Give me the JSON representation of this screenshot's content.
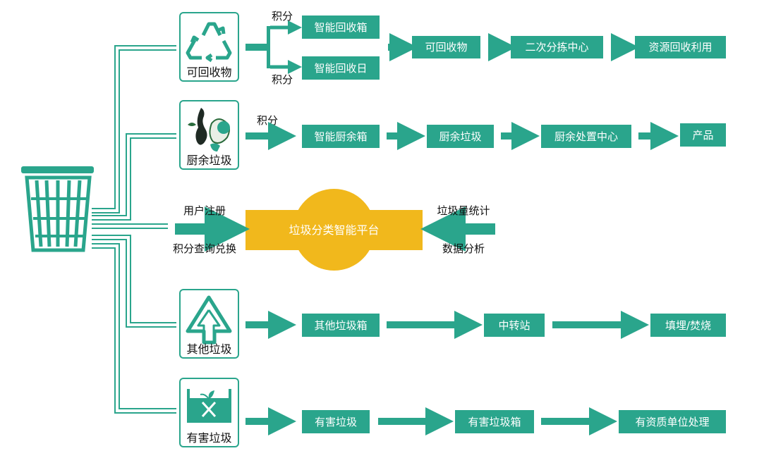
{
  "colors": {
    "teal": "#2aa58c",
    "platform": "#f1b81c",
    "icon_border": "#2aa58c",
    "text_dark": "#111111",
    "text_light": "#ffffff"
  },
  "categories": {
    "recyclable": {
      "label": "可回收物",
      "icon": "recycle-triangle-icon",
      "branch_annotation_top": "积分",
      "branch_annotation_bottom": "积分",
      "bins": [
        "智能回收箱",
        "智能回收日"
      ],
      "steps": [
        "可回收物",
        "二次分拣中心",
        "资源回收利用"
      ]
    },
    "kitchen": {
      "label": "厨余垃圾",
      "icon": "food-waste-icon",
      "annotation": "积分",
      "steps": [
        "智能厨余箱",
        "厨余垃圾",
        "厨余处置中心",
        "产品"
      ]
    },
    "other": {
      "label": "其他垃圾",
      "icon": "tree-triangle-icon",
      "steps": [
        "其他垃圾箱",
        "中转站",
        "填埋/焚烧"
      ]
    },
    "hazardous": {
      "label": "有害垃圾",
      "icon": "hazard-bin-icon",
      "steps": [
        "有害垃圾",
        "有害垃圾箱",
        "有资质单位处理"
      ]
    }
  },
  "platform": {
    "label": "垃圾分类智能平台",
    "left_top": "用户注册",
    "left_bottom": "积分查询兑换",
    "right_top": "垃圾量统计",
    "right_bottom": "数据分析"
  },
  "basket": {
    "icon": "trash-basket-icon"
  }
}
